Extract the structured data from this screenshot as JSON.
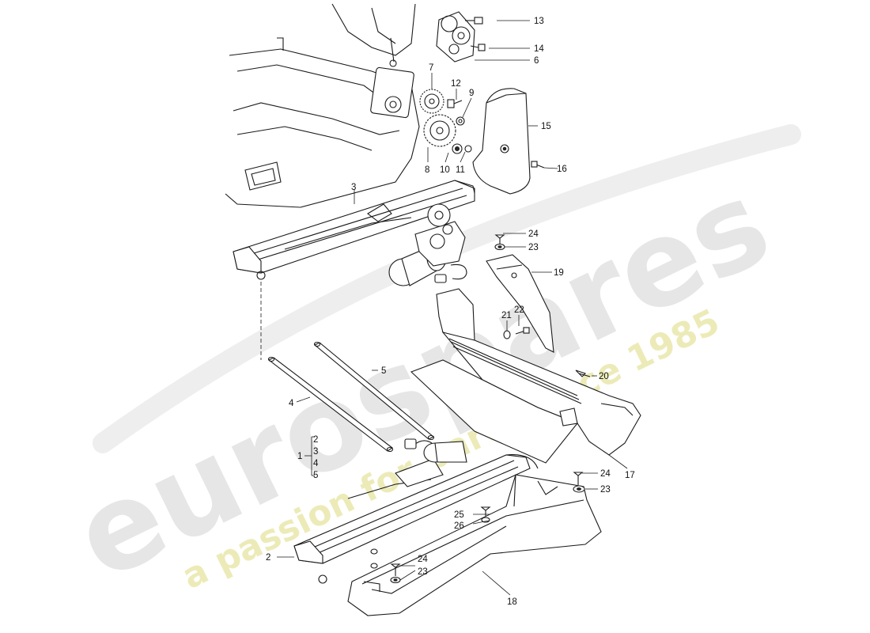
{
  "watermark": {
    "brand": "eurospares",
    "tagline": "a passion for parts since 1985",
    "brand_color": "#e6e6e6",
    "tagline_color": "#ecebb8"
  },
  "callouts": {
    "p1": "1",
    "p2": "2",
    "p3": "3",
    "p4": "4",
    "p5": "5",
    "p6": "6",
    "p7": "7",
    "p8": "8",
    "p9": "9",
    "p10": "10",
    "p11": "11",
    "p12": "12",
    "p13": "13",
    "p14": "14",
    "p15": "15",
    "p16": "16",
    "p17": "17",
    "p18": "18",
    "p19": "19",
    "p20": "20",
    "p21": "21",
    "p22": "22",
    "p23a": "23",
    "p23b": "23",
    "p23c": "23",
    "p24a": "24",
    "p24b": "24",
    "p24c": "24",
    "p25": "25",
    "p26": "26"
  },
  "group_list": {
    "g2": "2",
    "g3": "3",
    "g4": "4",
    "g5": "5"
  }
}
